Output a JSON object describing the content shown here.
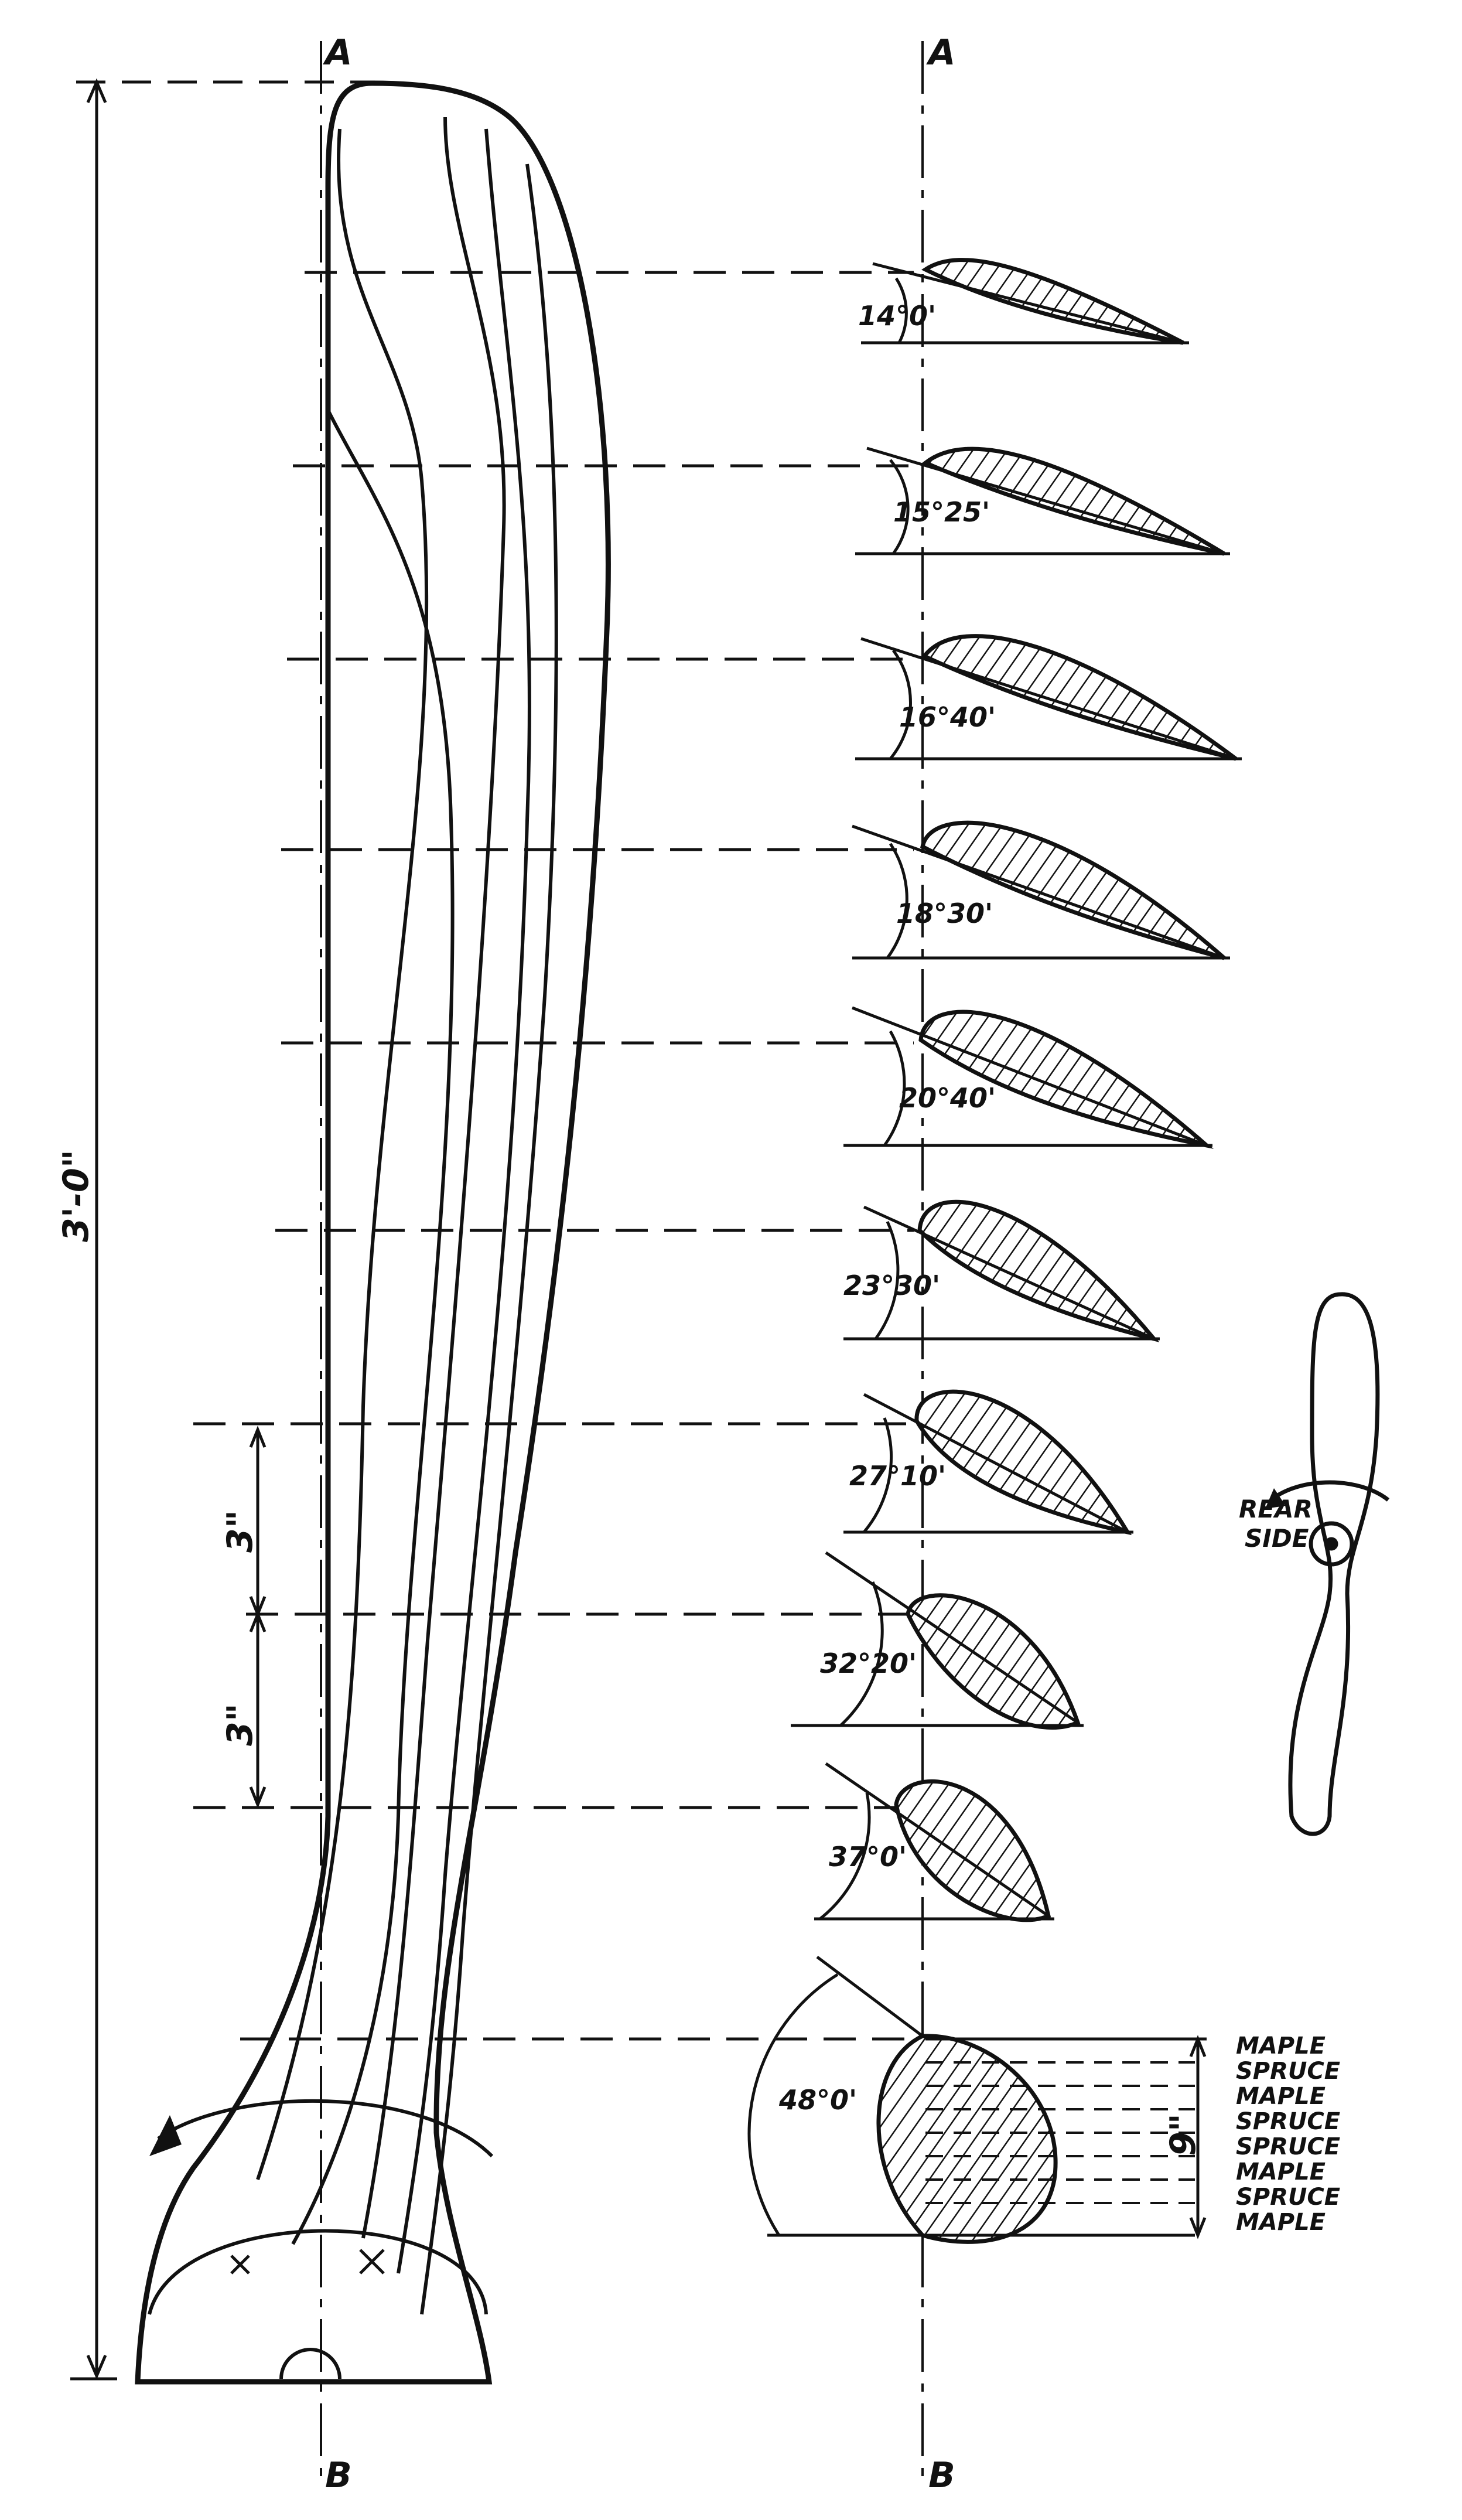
{
  "axes": {
    "top_left": "A",
    "top_right": "A",
    "bottom_left": "B",
    "bottom_right": "B"
  },
  "dimensions": {
    "overall_length": "3'-0\"",
    "station_spacing_1": "3\"",
    "station_spacing_2": "3\"",
    "hub_thickness": "9\""
  },
  "sections": [
    {
      "angle": "14°0'"
    },
    {
      "angle": "15°25'"
    },
    {
      "angle": "16°40'"
    },
    {
      "angle": "18°30'"
    },
    {
      "angle": "20°40'"
    },
    {
      "angle": "23°30'"
    },
    {
      "angle": "27°10'"
    },
    {
      "angle": "32°20'"
    },
    {
      "angle": "37°0'"
    },
    {
      "angle": "48°0'"
    }
  ],
  "laminations": [
    "MAPLE",
    "SPRUCE",
    "MAPLE",
    "SPRUCE",
    "SPRUCE",
    "MAPLE",
    "SPRUCE",
    "MAPLE"
  ],
  "inset": {
    "label_line1": "REAR",
    "label_line2": "SIDE"
  },
  "colors": {
    "ink": "#111111",
    "paper": "#ffffff"
  }
}
